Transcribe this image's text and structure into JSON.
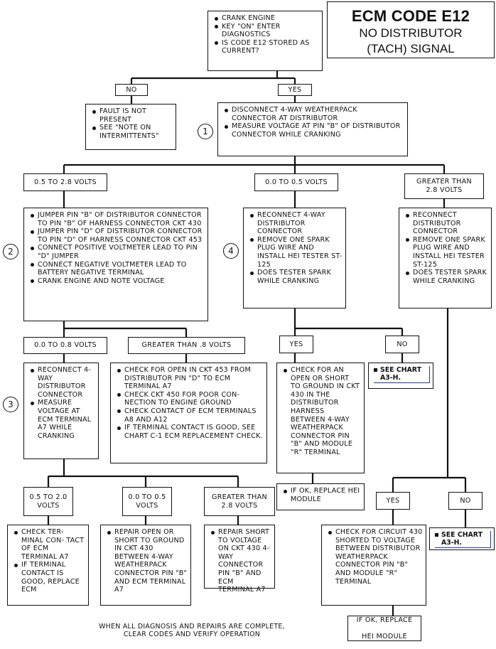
{
  "title": {
    "main": "ECM CODE E12",
    "sub1": "NO DISTRIBUTOR",
    "sub2": "(TACH) SIGNAL"
  },
  "start": {
    "items": [
      "CRANK ENGINE",
      "KEY \"ON\" ENTER DIAGNOSTICS",
      "IS CODE E12 STORED AS CURRENT?"
    ]
  },
  "branch_no": {
    "label": "NO"
  },
  "branch_yes": {
    "label": "YES"
  },
  "fault_box": {
    "items": [
      "FAULT IS NOT PRESENT",
      "SEE \"NOTE ON INTERMITTENTS\""
    ]
  },
  "step1": {
    "number": "1",
    "items": [
      "DISCONNECT 4-WAY WEATHERPACK CONNECTOR AT DISTRIBUTOR",
      "MEASURE VOLTAGE AT PIN \"B\" OF DISTRIBUTOR CONNECTOR WHILE CRANKING"
    ]
  },
  "v_05_28": {
    "label": "0.5 TO 2.8 VOLTS"
  },
  "v_00_05": {
    "label": "0.0 TO 0.5 VOLTS"
  },
  "v_gt_28": {
    "label": "GREATER THAN\n2.8 VOLTS"
  },
  "step2": {
    "number": "2",
    "items": [
      "JUMPER PIN \"B\" OF DISTRIBUTOR CONNECTOR TO PIN \"B\" OF HARNESS CONNECTOR CKT 430",
      "JUMPER PIN \"D\" OF DISTRIBUTOR CONNECTOR TO PIN \"D\" OF HARNESS CONNECTOR CKT 453",
      "CONNECT POSITIVE VOLTMETER LEAD TO PIN \"D\" JUMPER",
      "CONNECT NEGATIVE VOLTMETER LEAD TO BATTERY NEGATIVE TERMINAL",
      "CRANK ENGINE AND NOTE VOLTAGE"
    ]
  },
  "step4": {
    "number": "4",
    "items": [
      "RECONNECT 4-WAY DISTRIBUTOR CONNECTOR",
      "REMOVE ONE SPARK PLUG WIRE AND INSTALL HEI TESTER ST-125",
      "DOES TESTER SPARK WHILE CRANKING"
    ]
  },
  "right_reconnect": {
    "items": [
      "RECONNECT DISTRIBUTOR CONNECTOR",
      "REMOVE ONE SPARK PLUG WIRE AND INSTALL HEI TESTER ST-125",
      "DOES TESTER SPARK WHILE CRANKING"
    ]
  },
  "v_00_08": {
    "label": "0.0 TO 0.8 VOLTS"
  },
  "v_gt_08": {
    "label": "GREATER THAN .8 VOLTS"
  },
  "mid_yes": {
    "label": "YES"
  },
  "mid_no": {
    "label": "NO"
  },
  "see_a3h_1": {
    "line1": "SEE CHART",
    "line2": "A3-H."
  },
  "step3": {
    "number": "3",
    "items": [
      "RECONNECT 4-WAY DISTRIBUTOR CONNECTOR",
      "MEASURE VOLTAGE AT ECM TERMINAL A7 WHILE CRANKING"
    ]
  },
  "check_open_453": {
    "items": [
      "CHECK FOR OPEN IN CKT 453 FROM DISTRIBUTOR PIN \"D\" TO ECM TERMINAL A7",
      "CHECK CKT 450 FOR POOR CON- NECTION TO ENGINE GROUND",
      "CHECK CONTACT OF ECM TERMINALS A8 AND A12",
      "IF TERMINAL CONTACT IS GOOD, SEE CHART C-1 ECM REPLACEMENT CHECK."
    ]
  },
  "check_open_short_430": {
    "items": [
      "CHECK FOR AN OPEN OR SHORT TO GROUND IN CKT 430 IN THE DISTRIBUTOR HARNESS BETWEEN 4-WAY WEATHERPACK CONNECTOR PIN \"B\" AND MODULE \"R\" TERMINAL"
    ]
  },
  "replace_hei_1": {
    "items": [
      "IF OK, REPLACE HEI MODULE"
    ]
  },
  "v_05_20": {
    "label": "0.5 TO 2.0\nVOLTS"
  },
  "v_00_05b": {
    "label": "0.0 TO 0.5\nVOLTS"
  },
  "v_gt_28b": {
    "label": "GREATER THAN\n2.8 VOLTS"
  },
  "right_yes": {
    "label": "YES"
  },
  "right_no": {
    "label": "NO"
  },
  "see_a3h_2": {
    "line1": "SEE CHART",
    "line2": "A3-H."
  },
  "check_terminal": {
    "items": [
      "CHECK TER- MINAL CON- TACT OF ECM TERMINAL A7",
      "IF TERMINAL CONTACT IS GOOD, REPLACE ECM"
    ]
  },
  "repair_open": {
    "items": [
      "REPAIR OPEN OR SHORT TO GROUND IN CKT 430 BETWEEN 4-WAY WEATHERPACK CONNECTOR PIN \"B\" AND ECM TERMINAL A7"
    ]
  },
  "repair_short": {
    "items": [
      "REPAIR SHORT TO VOLTAGE ON CKT 430 4-WAY CONNECTOR PIN \"B\" AND ECM TERMINAL A7"
    ]
  },
  "check_circuit_430": {
    "items": [
      "CHECK FOR CIRCUIT 430 SHORTED TO VOLTAGE BETWEEN DISTRIBUTOR WEATHERPACK CONNECTOR PIN \"B\" AND MODULE \"R\" TERMINAL"
    ]
  },
  "replace_hei_2": {
    "line1": "IF OK, REPLACE",
    "line2": "HEI MODULE"
  },
  "footer": {
    "line1": "WHEN ALL DIAGNOSIS AND REPAIRS ARE COMPLETE,",
    "line2": "CLEAR CODES AND VERIFY OPERATION"
  }
}
